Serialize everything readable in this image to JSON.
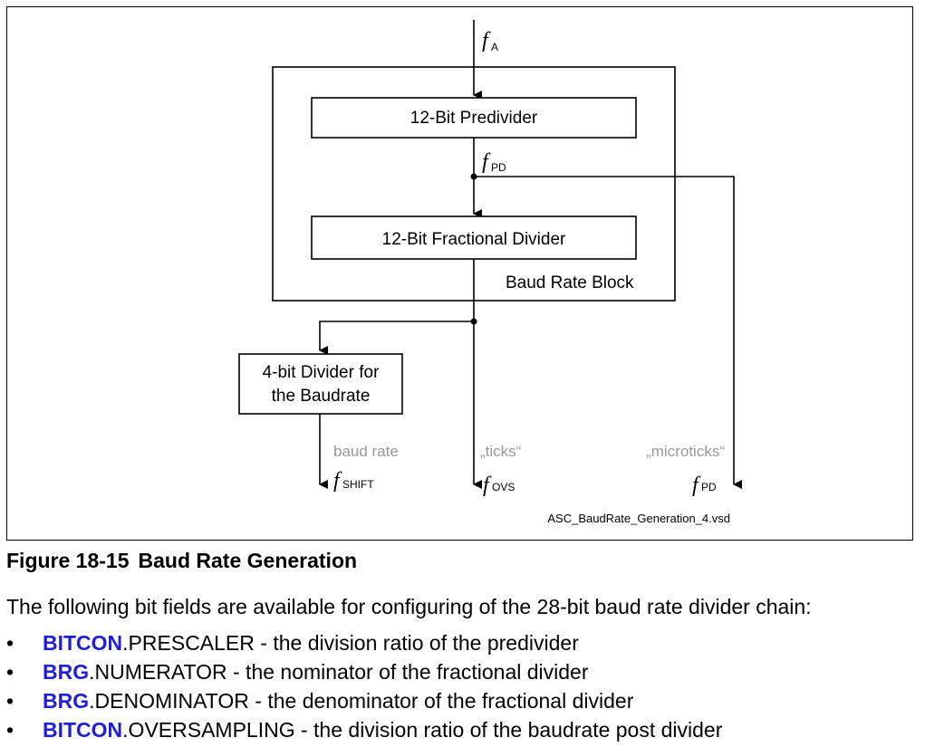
{
  "diagram": {
    "input_f": "f",
    "input_sub": "A",
    "predivider_label": "12-Bit Predivider",
    "pd_f": "f",
    "pd_sub": "PD",
    "fractional_label": "12-Bit  Fractional Divider",
    "block_label": "Baud Rate Block",
    "divider4_line1": "4-bit Divider for",
    "divider4_line2": "the  Baudrate",
    "out_shift_desc": "baud rate",
    "out_shift_f": "f",
    "out_shift_sub": "SHIFT",
    "out_ovs_desc": "„ticks“",
    "out_ovs_f": "f",
    "out_ovs_sub": "OVS",
    "out_pd_desc": "„microticks“",
    "out_pd_f": "f",
    "out_pd_sub": "PD",
    "filename": "ASC_BaudRate_Generation_4.vsd"
  },
  "caption": {
    "number": "Figure 18-15",
    "title": "Baud Rate Generation"
  },
  "intro": "The following bit fields are available for configuring of the 28-bit baud rate divider chain:",
  "bullet_char": "•",
  "link_color": "#1f1fd8",
  "bitfields": [
    {
      "register": "BITCON",
      "field": ".PRESCALER - the division ratio of the predivider"
    },
    {
      "register": "BRG",
      "field": ".NUMERATOR - the nominator of the fractional divider"
    },
    {
      "register": "BRG",
      "field": ".DENOMINATOR - the denominator of the fractional divider"
    },
    {
      "register": "BITCON",
      "field": ".OVERSAMPLING - the division ratio of the baudrate post divider"
    }
  ]
}
